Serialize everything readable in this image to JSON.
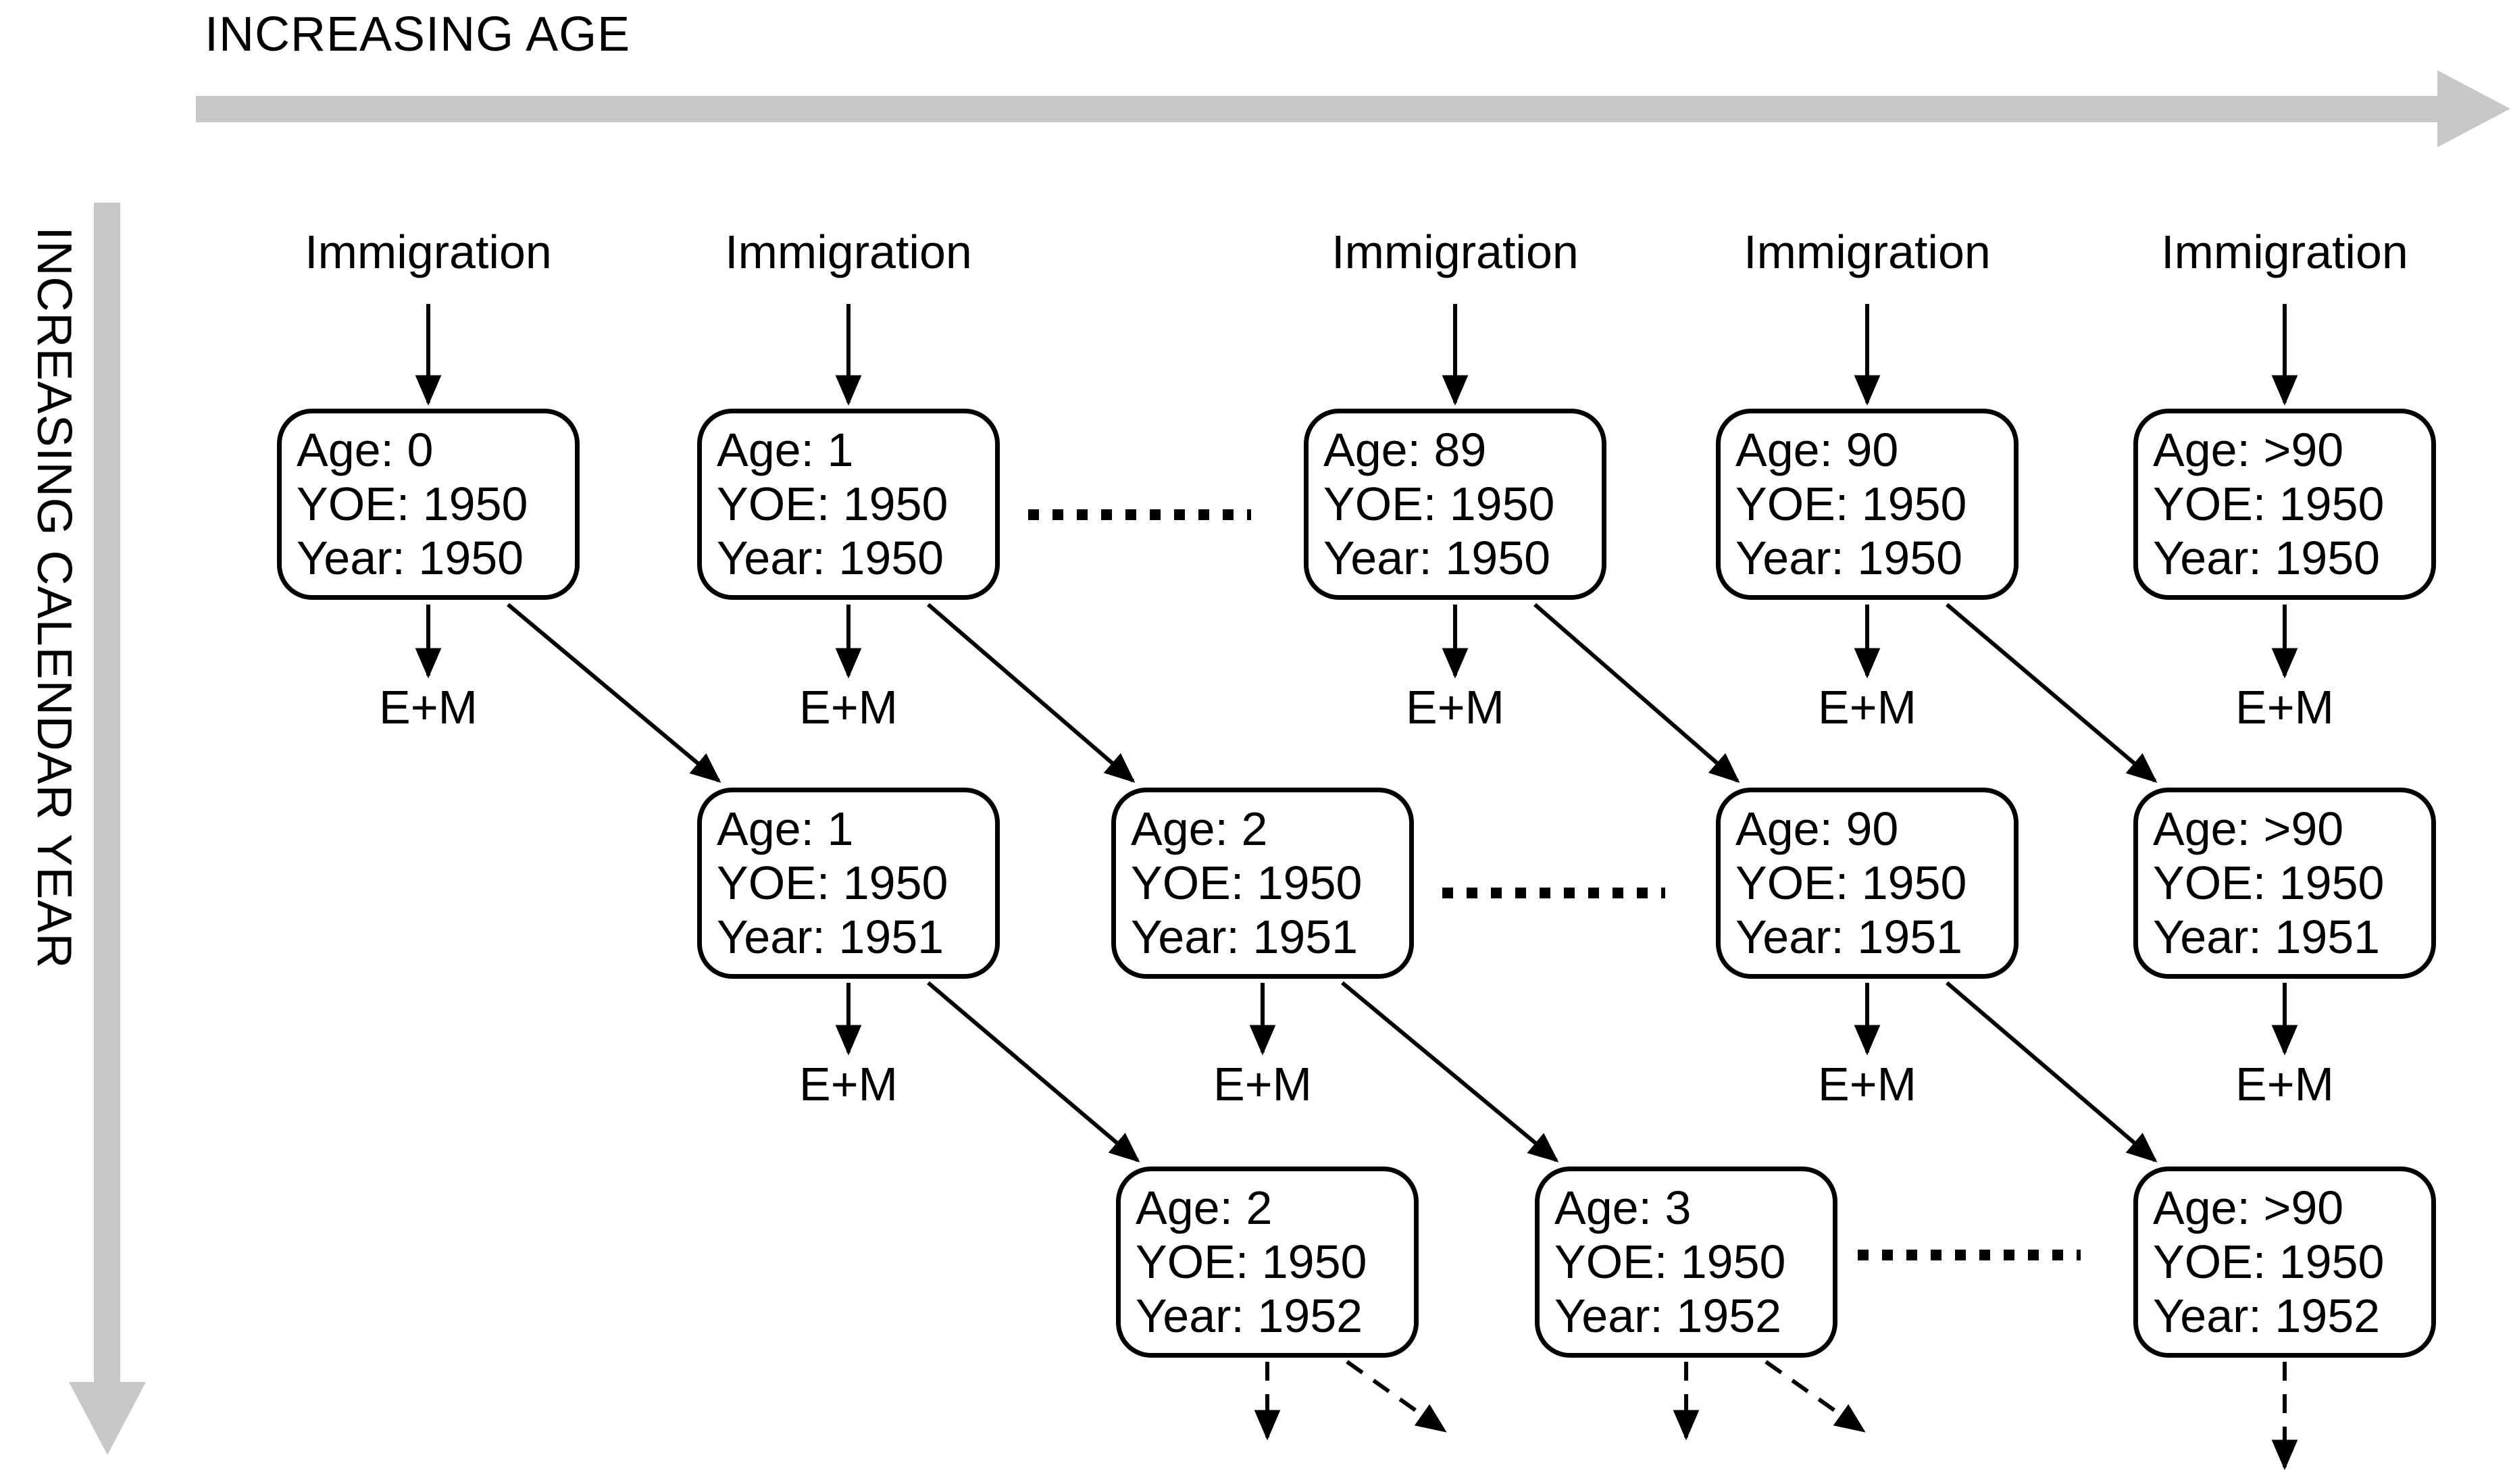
{
  "axes": {
    "age_label": "INCREASING AGE",
    "year_label": "INCREASING CALENDAR YEAR"
  },
  "labels": {
    "immigration": "Immigration",
    "exit_flow": "E+M"
  },
  "colors": {
    "axis_arrow": "#c8c8c8",
    "line": "#000000",
    "background": "#ffffff"
  },
  "boxes": {
    "r1": [
      {
        "age": "Age: 0",
        "yoe": "YOE: 1950",
        "year": "Year: 1950"
      },
      {
        "age": "Age: 1",
        "yoe": "YOE: 1950",
        "year": "Year: 1950"
      },
      {
        "age": "Age: 89",
        "yoe": "YOE: 1950",
        "year": "Year: 1950"
      },
      {
        "age": "Age: 90",
        "yoe": "YOE: 1950",
        "year": "Year: 1950"
      },
      {
        "age": "Age: >90",
        "yoe": "YOE: 1950",
        "year": "Year: 1950"
      }
    ],
    "r2": [
      {
        "age": "Age: 1",
        "yoe": "YOE: 1950",
        "year": "Year: 1951"
      },
      {
        "age": "Age: 2",
        "yoe": "YOE: 1950",
        "year": "Year: 1951"
      },
      {
        "age": "Age: 90",
        "yoe": "YOE: 1950",
        "year": "Year: 1951"
      },
      {
        "age": "Age: >90",
        "yoe": "YOE: 1950",
        "year": "Year: 1951"
      }
    ],
    "r3": [
      {
        "age": "Age: 2",
        "yoe": "YOE: 1950",
        "year": "Year: 1952"
      },
      {
        "age": "Age: 3",
        "yoe": "YOE: 1950",
        "year": "Year: 1952"
      },
      {
        "age": "Age: >90",
        "yoe": "YOE: 1950",
        "year": "Year: 1952"
      }
    ]
  }
}
